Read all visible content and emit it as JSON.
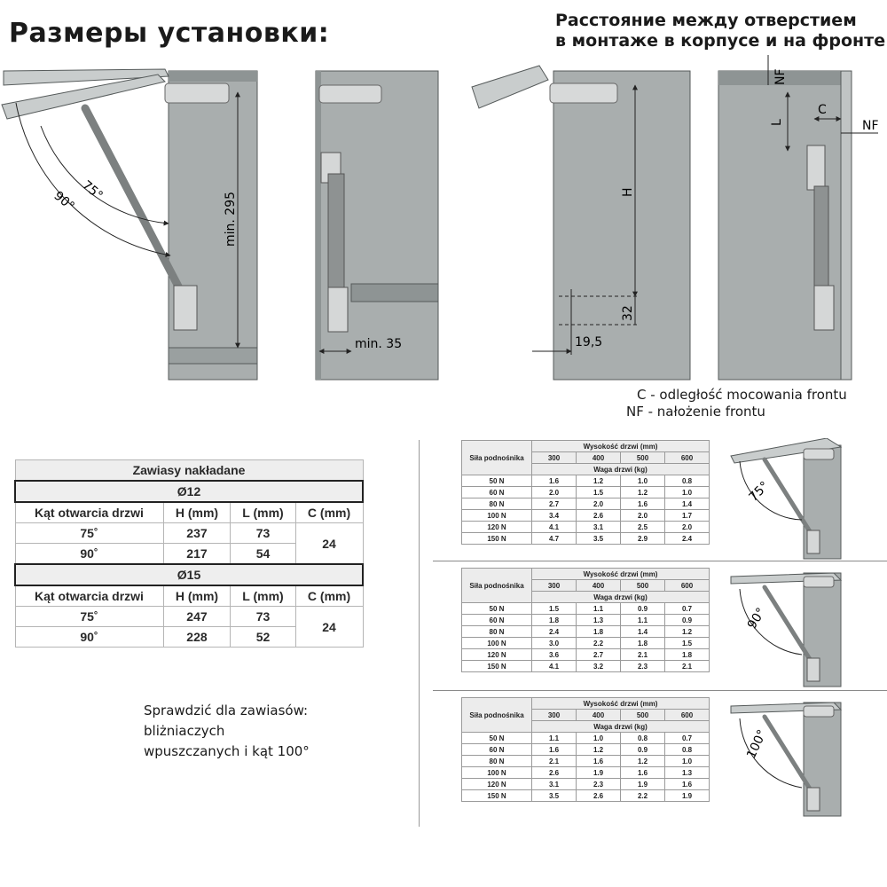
{
  "page_title": "Размеры установки:",
  "top_right_title": [
    "Расстояние между отверстием",
    "в монтаже в корпусе и на фронте"
  ],
  "diagram_labels": {
    "angle_90": "90°",
    "angle_75": "75°",
    "min_295": "min. 295",
    "min_35": "min. 35",
    "h": "H",
    "dim_32": "32",
    "dim_19_5": "19,5",
    "nf": "NF",
    "l": "L",
    "c": "C"
  },
  "legend": [
    "C - odległość mocowania frontu",
    "NF - nałożenie frontu"
  ],
  "hinge_table": {
    "caption": "Zawiasy nakładane",
    "header": [
      "Kąt otwarcia drzwi",
      "H (mm)",
      "L (mm)",
      "C (mm)"
    ],
    "groups": [
      {
        "diameter": "Ø12",
        "rows": [
          [
            "75˚",
            "237",
            "73"
          ],
          [
            "90˚",
            "217",
            "54"
          ]
        ],
        "c": "24"
      },
      {
        "diameter": "Ø15",
        "rows": [
          [
            "75˚",
            "247",
            "73"
          ],
          [
            "90˚",
            "228",
            "52"
          ]
        ],
        "c": "24"
      }
    ]
  },
  "note": [
    "Sprawdzić dla zawiasów:",
    "bliżniaczych",
    "wpuszczanych i kąt 100°"
  ],
  "weight_tables": {
    "side_header": "Siła podnośnika",
    "height_header": "Wysokość drzwi (mm)",
    "weight_header": "Waga drzwi (kg)",
    "heights": [
      "300",
      "400",
      "500",
      "600"
    ],
    "forces": [
      "50 N",
      "60 N",
      "80 N",
      "100 N",
      "120 N",
      "150 N"
    ],
    "tables": [
      {
        "angle": "75°",
        "values": [
          [
            "1.6",
            "1.2",
            "1.0",
            "0.8"
          ],
          [
            "2.0",
            "1.5",
            "1.2",
            "1.0"
          ],
          [
            "2.7",
            "2.0",
            "1.6",
            "1.4"
          ],
          [
            "3.4",
            "2.6",
            "2.0",
            "1.7"
          ],
          [
            "4.1",
            "3.1",
            "2.5",
            "2.0"
          ],
          [
            "4.7",
            "3.5",
            "2.9",
            "2.4"
          ]
        ]
      },
      {
        "angle": "90°",
        "values": [
          [
            "1.5",
            "1.1",
            "0.9",
            "0.7"
          ],
          [
            "1.8",
            "1.3",
            "1.1",
            "0.9"
          ],
          [
            "2.4",
            "1.8",
            "1.4",
            "1.2"
          ],
          [
            "3.0",
            "2.2",
            "1.8",
            "1.5"
          ],
          [
            "3.6",
            "2.7",
            "2.1",
            "1.8"
          ],
          [
            "4.1",
            "3.2",
            "2.3",
            "2.1"
          ]
        ]
      },
      {
        "angle": "100°",
        "values": [
          [
            "1.1",
            "1.0",
            "0.8",
            "0.7"
          ],
          [
            "1.6",
            "1.2",
            "0.9",
            "0.8"
          ],
          [
            "2.1",
            "1.6",
            "1.2",
            "1.0"
          ],
          [
            "2.6",
            "1.9",
            "1.6",
            "1.3"
          ],
          [
            "3.1",
            "2.3",
            "1.9",
            "1.6"
          ],
          [
            "3.5",
            "2.6",
            "2.2",
            "1.9"
          ]
        ]
      }
    ]
  },
  "colors": {
    "panel": "#a9aeae",
    "panel_dark": "#8e9494",
    "line": "#222222",
    "edge": "#555a5a"
  }
}
